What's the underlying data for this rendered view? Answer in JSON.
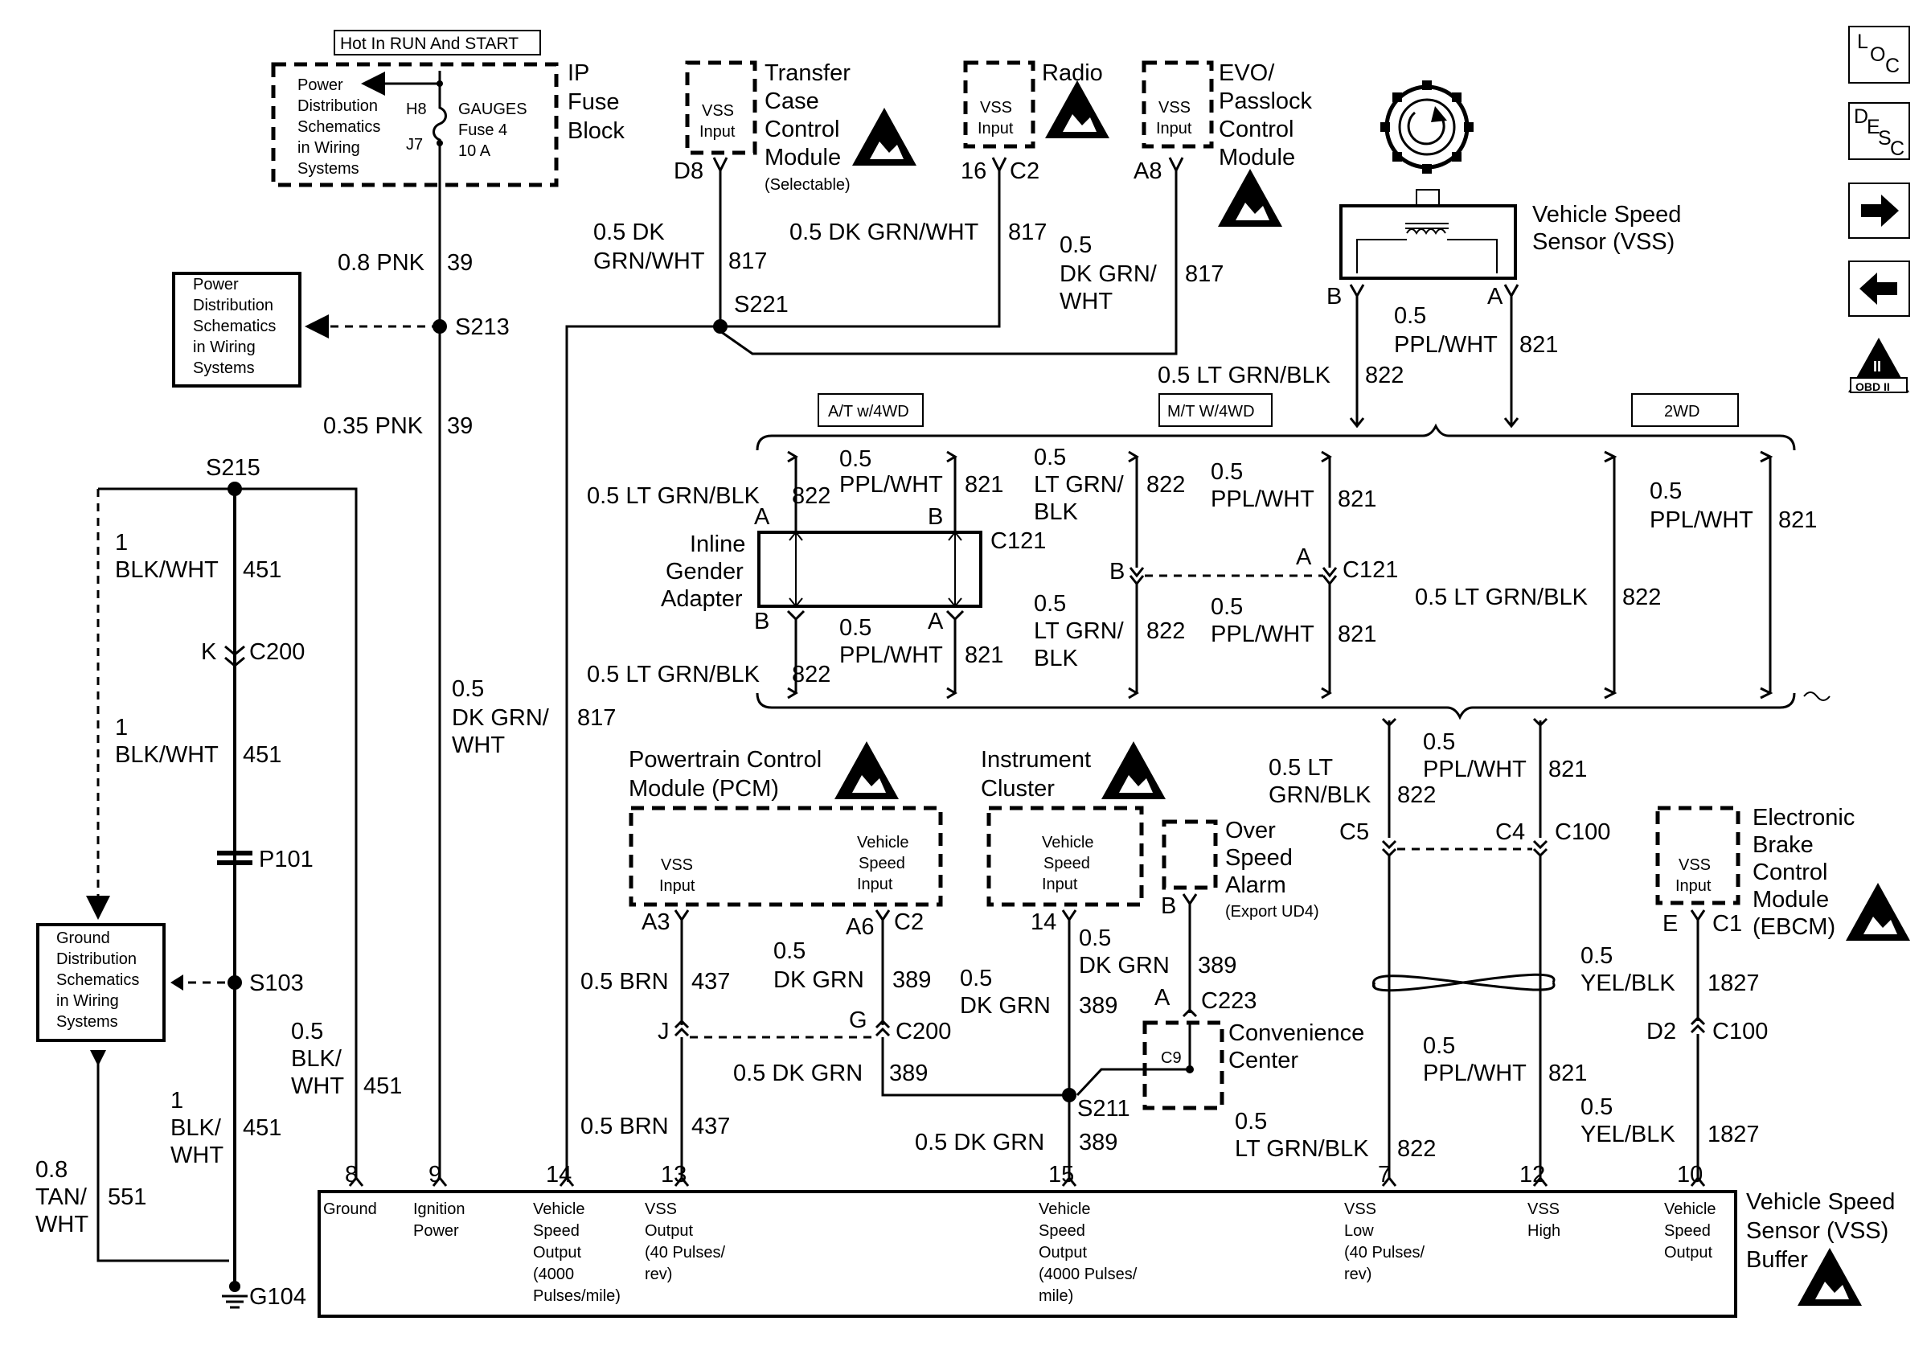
{
  "nav_icons": {
    "loc": "LOC",
    "desc": "DESC",
    "next": "arrow-right-icon",
    "prev": "arrow-left-icon",
    "obd": "OBD II"
  },
  "header": {
    "hot_label": "Hot In RUN And START",
    "ip_fuse_block": [
      "IP",
      "Fuse",
      "Block"
    ],
    "fuse_power_ref": [
      "Power",
      "Distribution",
      "Schematics",
      "in Wiring",
      "Systems"
    ],
    "fuse_h8": "H8",
    "fuse_j7": "J7",
    "fuse_name": [
      "GAUGES",
      "Fuse 4",
      "10 A"
    ]
  },
  "modules": {
    "transfer_case": {
      "name": [
        "Transfer",
        "Case",
        "Control",
        "Module"
      ],
      "note": "(Selectable)",
      "input": [
        "VSS",
        "Input"
      ],
      "pin": "D8"
    },
    "radio": {
      "name": [
        "Radio"
      ],
      "input": [
        "VSS",
        "Input"
      ],
      "pin1": "16",
      "pin2": "C2"
    },
    "evo": {
      "name": [
        "EVO/",
        "Passlock",
        "Control",
        "Module"
      ],
      "input": [
        "VSS",
        "Input"
      ],
      "pin": "A8"
    },
    "vss": {
      "name": [
        "Vehicle Speed",
        "Sensor (VSS)"
      ],
      "pin_b": "B",
      "pin_a": "A"
    },
    "pcm": {
      "name": [
        "Powertrain Control",
        "Module (PCM)"
      ],
      "input1": [
        "VSS",
        "Input"
      ],
      "input2": [
        "Vehicle",
        "Speed",
        "Input"
      ],
      "pin_a3": "A3",
      "pin_a6": "A6",
      "pin_c2": "C2"
    },
    "ic": {
      "name": [
        "Instrument",
        "Cluster"
      ],
      "input": [
        "Vehicle",
        "Speed",
        "Input"
      ],
      "pin": "14"
    },
    "osa": {
      "name": [
        "Over",
        "Speed",
        "Alarm"
      ],
      "note": "(Export UD4)",
      "pin": "B"
    },
    "ebcm": {
      "name": [
        "Electronic",
        "Brake",
        "Control",
        "Module",
        "(EBCM)"
      ],
      "input": [
        "VSS",
        "Input"
      ],
      "pin_e": "E",
      "pin_c1": "C1"
    },
    "conv": {
      "name": [
        "Convenience",
        "Center"
      ],
      "box": "C9"
    },
    "buffer": {
      "name": [
        "Vehicle Speed",
        "Sensor (VSS)",
        "Buffer"
      ]
    }
  },
  "ref_boxes": {
    "power_ref": [
      "Power",
      "Distribution",
      "Schematics",
      "in Wiring",
      "Systems"
    ],
    "ground_ref": [
      "Ground",
      "Distribution",
      "Schematics",
      "in Wiring",
      "Systems"
    ]
  },
  "splices": {
    "s213": "S213",
    "s215": "S215",
    "s103": "S103",
    "s221": "S221",
    "s211": "S211",
    "p101": "P101",
    "g104": "G104",
    "c200_left": "C200",
    "c200_k": "K"
  },
  "options": {
    "at4wd": "A/T w/4WD",
    "mt4wd": "M/T W/4WD",
    "twowd": "2WD"
  },
  "adapter": {
    "name": [
      "Inline",
      "Gender",
      "Adapter"
    ],
    "c121": "C121",
    "a": "A",
    "b": "B"
  },
  "wires": {
    "pnk08": "0.8 PNK",
    "n39a": "39",
    "pnk035": "0.35 PNK",
    "n39b": "39",
    "blk1a": [
      "1",
      "BLK/WHT"
    ],
    "n451a": "451",
    "blk1b": [
      "1",
      "BLK/WHT"
    ],
    "n451b": "451",
    "blk05": [
      "0.5",
      "BLK/",
      "WHT"
    ],
    "n451c": "451",
    "blk1c": [
      "1",
      "BLK/",
      "WHT"
    ],
    "n451d": "451",
    "tan": [
      "0.8",
      "TAN/",
      "WHT"
    ],
    "n551": "551",
    "dkgrn_tc": [
      "0.5 DK",
      "GRN/WHT"
    ],
    "n817a": "817",
    "dkgrn_radio": "0.5 DK GRN/WHT",
    "n817b": "817",
    "dkgrn_evo": [
      "0.5",
      "DK GRN/",
      "WHT"
    ],
    "n817c": "817",
    "dkgrn_main": [
      "0.5",
      "DK GRN/",
      "WHT"
    ],
    "n817d": "817",
    "ppl_vss": [
      "0.5",
      "PPL/WHT"
    ],
    "n821a": "821",
    "ltgrn_vss": "0.5 LT GRN/BLK",
    "n822a": "822"
  },
  "bracket_wires": {
    "at_top_l": "0.5 LT GRN/BLK",
    "at_top_l_n": "822",
    "at_top_r": [
      "0.5",
      "PPL/WHT"
    ],
    "at_top_r_n": "821",
    "at_bot_l": "0.5 LT GRN/BLK",
    "at_bot_l_n": "822",
    "at_bot_r": [
      "0.5",
      "PPL/WHT"
    ],
    "at_bot_r_n": "821",
    "mt_top_l": [
      "0.5",
      "LT GRN/",
      "BLK"
    ],
    "mt_top_l_n": "822",
    "mt_top_r": [
      "0.5",
      "PPL/WHT"
    ],
    "mt_top_r_n": "821",
    "mt_bot_l": [
      "0.5",
      "LT GRN/",
      "BLK"
    ],
    "mt_bot_l_n": "822",
    "mt_bot_r": [
      "0.5",
      "PPL/WHT"
    ],
    "mt_bot_r_n": "821",
    "mt_b": "B",
    "mt_a": "A",
    "mt_c121": "C121",
    "wd_r": [
      "0.5",
      "PPL/WHT"
    ],
    "wd_r_n": "821",
    "wd_l": "0.5 LT GRN/BLK",
    "wd_l_n": "822"
  },
  "lower_wires": {
    "lt_low": [
      "0.5 LT",
      "GRN/BLK"
    ],
    "n822b": "822",
    "ppl_low": [
      "0.5",
      "PPL/WHT"
    ],
    "n821b": "821",
    "c5": "C5",
    "c4": "C4",
    "c100": "C100",
    "ppl_mid": [
      "0.5",
      "PPL/WHT"
    ],
    "n821c": "821",
    "lt_bot": [
      "0.5",
      "LT GRN/BLK"
    ],
    "n822c": "822",
    "brn1": "0.5 BRN",
    "n437a": "437",
    "brn2": "0.5 BRN",
    "n437b": "437",
    "j": "J",
    "g": "G",
    "c200": "C200",
    "dkg_a6": [
      "0.5",
      "DK GRN"
    ],
    "n389a": "389",
    "dkg_h": "0.5 DK GRN",
    "n389b": "389",
    "dkg_ic": [
      "0.5",
      "DK GRN"
    ],
    "n389c": "389",
    "dkg_osa": [
      "0.5",
      "DK GRN"
    ],
    "n389d": "389",
    "dkg_bot": "0.5 DK GRN",
    "n389e": "389",
    "c223_a": "A",
    "c223": "C223",
    "yel1": [
      "0.5",
      "YEL/BLK"
    ],
    "n1827a": "1827",
    "yel2": [
      "0.5",
      "YEL/BLK"
    ],
    "n1827b": "1827",
    "d2": "D2",
    "c100_e": "C100"
  },
  "buffer_pins": [
    {
      "num": "8",
      "label": [
        "Ground"
      ]
    },
    {
      "num": "9",
      "label": [
        "Ignition",
        "Power"
      ]
    },
    {
      "num": "14",
      "label": [
        "Vehicle",
        "Speed",
        "Output",
        "(4000",
        "Pulses/mile)"
      ]
    },
    {
      "num": "13",
      "label": [
        "VSS",
        "Output",
        "(40 Pulses/",
        "rev)"
      ]
    },
    {
      "num": "15",
      "label": [
        "Vehicle",
        "Speed",
        "Output",
        "(4000 Pulses/",
        "mile)"
      ]
    },
    {
      "num": "7",
      "label": [
        "VSS",
        "Low",
        "(40 Pulses/",
        "rev)"
      ]
    },
    {
      "num": "12",
      "label": [
        "VSS",
        "High"
      ]
    },
    {
      "num": "10",
      "label": [
        "Vehicle",
        "Speed",
        "Output"
      ]
    }
  ]
}
